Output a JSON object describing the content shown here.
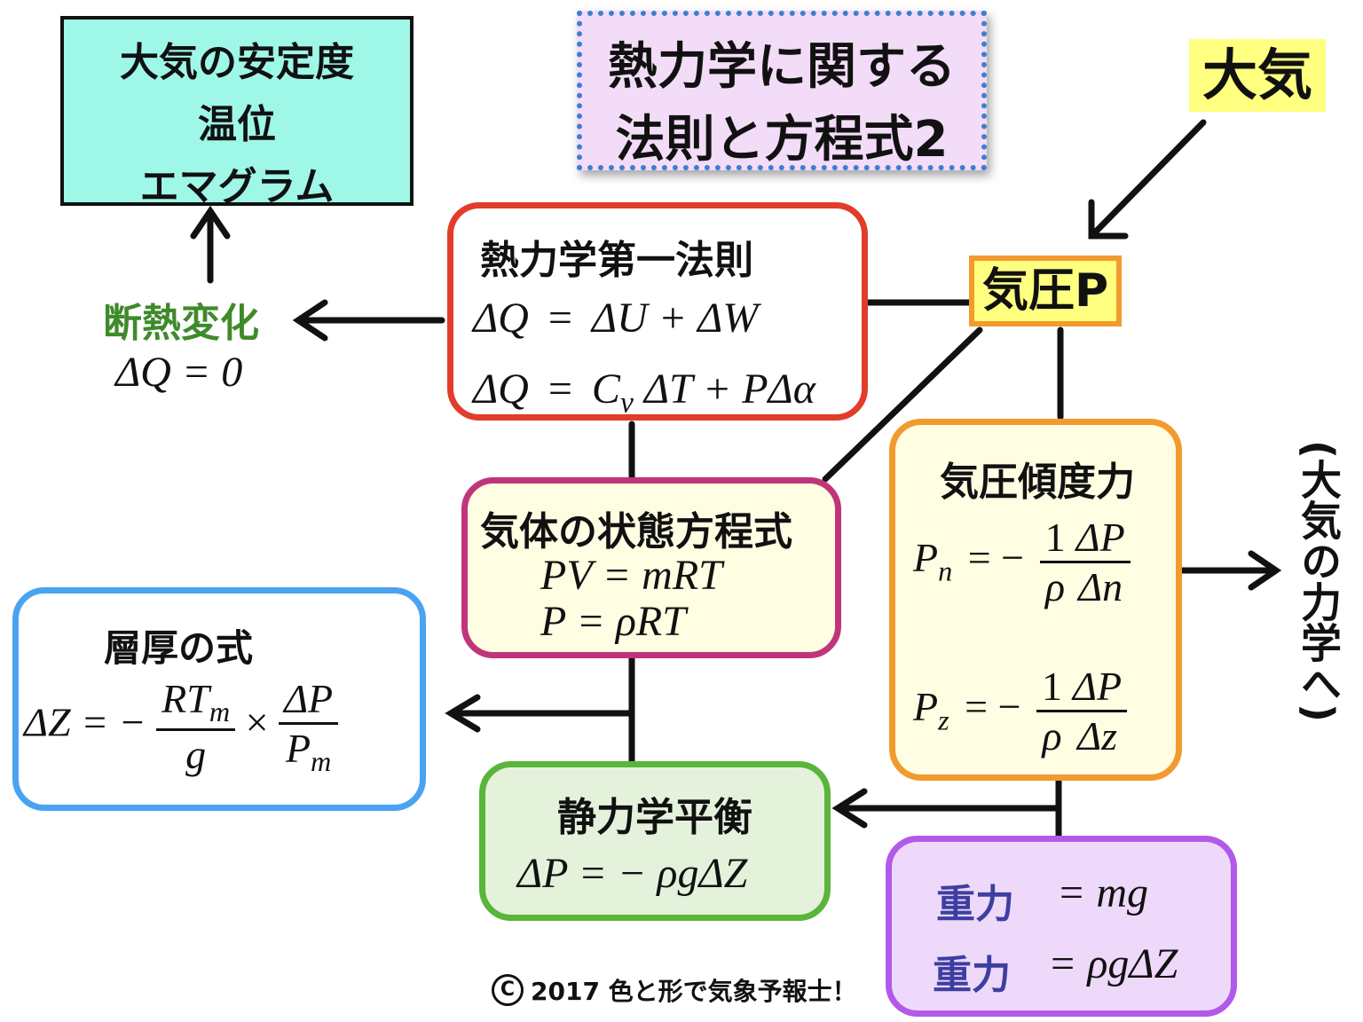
{
  "title": {
    "line1": "熱力学に関する",
    "line2": "法則と方程式2"
  },
  "stability_box": {
    "line1": "大気の安定度",
    "line2": "温位",
    "line3": "エマグラム"
  },
  "atmosphere_label": "大気",
  "pressure_label": "気圧P",
  "first_law": {
    "title": "熱力学第一法則",
    "eq1": {
      "lhs": "ΔQ",
      "eq": "=",
      "rhs": "ΔU + ΔW"
    },
    "eq2": {
      "lhs": "ΔQ",
      "eq": "=",
      "c": "C",
      "c_sub": "v",
      "rhs": "ΔT + PΔα"
    }
  },
  "adiabatic": {
    "label": "断熱変化",
    "eq": "ΔQ = 0"
  },
  "gas_law": {
    "title": "気体の状態方程式",
    "eq1": "PV = mRT",
    "eq2": "P = ρRT"
  },
  "pgf": {
    "title": "気圧傾度力",
    "eq1": {
      "lhs": "P",
      "lhs_sub": "n",
      "eq": "= −",
      "f1_num": "1",
      "f1_den": "ρ",
      "f2_num": "ΔP",
      "f2_den": "Δn"
    },
    "eq2": {
      "lhs": "P",
      "lhs_sub": "z",
      "eq": "= −",
      "f1_num": "1",
      "f1_den": "ρ",
      "f2_num": "ΔP",
      "f2_den": "Δz"
    }
  },
  "dynamics_label": "(大気の力学へ)",
  "thickness": {
    "title": "層厚の式",
    "lhs": "ΔZ = −",
    "f1_num": "RT",
    "f1_num_sub": "m",
    "f1_den": "g",
    "times": "×",
    "f2_num": "ΔP",
    "f2_den": "P",
    "f2_den_sub": "m"
  },
  "hydrostatic": {
    "title": "静力学平衡",
    "eq": "ΔP = − ρgΔZ"
  },
  "gravity": {
    "row1": {
      "label": "重力",
      "eq": "= mg"
    },
    "row2": {
      "label": "重力",
      "eq": "= ρgΔZ"
    }
  },
  "copyright": "2017 色と形で気象予報士！",
  "copyright_symbol": "C",
  "colors": {
    "stability_fill": "#9ff7e8",
    "title_fill": "#f3dcf7",
    "title_border": "#3f7ed0",
    "yellow_fill": "#ffff80",
    "orange": "#f29a2e",
    "red": "#e23c2a",
    "magenta": "#c0357a",
    "blue": "#4aa3f0",
    "green": "#5ab53a",
    "purple": "#b25ae8",
    "gravity_text": "#3d3fa0",
    "adiabatic_text": "#3f8a2a"
  }
}
